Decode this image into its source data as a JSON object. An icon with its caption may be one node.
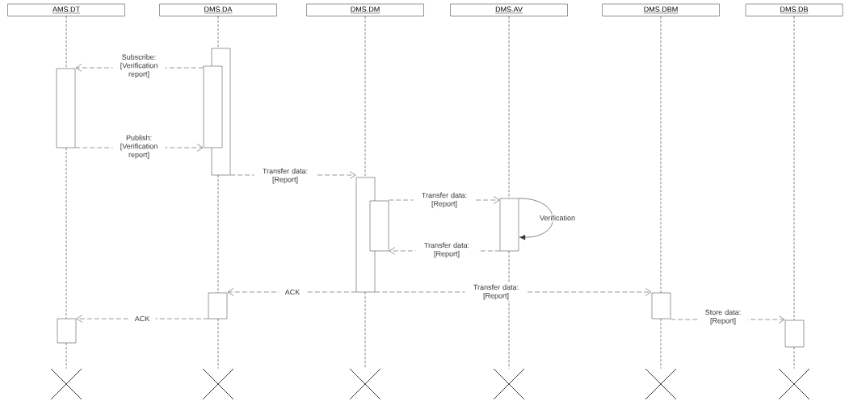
{
  "diagram": {
    "nodes": [
      {
        "text": [
          "AMS.DT"
        ]
      },
      {
        "text": [
          "DMS.DA"
        ]
      },
      {
        "text": [
          "DMS.DM"
        ]
      },
      {
        "text": [
          "DMS.AV"
        ]
      },
      {
        "text": [
          "DMS.DBM"
        ]
      },
      {
        "text": [
          "DMS.DB"
        ]
      },
      {
        "text": [],
        "shape": "bar"
      },
      {
        "text": [],
        "shape": "bar"
      },
      {
        "text": [],
        "shape": "bar"
      },
      {
        "text": [],
        "shape": "bar"
      },
      {
        "text": [],
        "shape": "bar"
      },
      {
        "text": [],
        "shape": "bar"
      },
      {
        "text": [],
        "shape": "bar"
      },
      {
        "text": [],
        "shape": "bar"
      },
      {
        "text": [],
        "shape": "bar"
      },
      {
        "text": [],
        "shape": "bar"
      },
      {
        "text": [],
        "shape": "cross"
      },
      {
        "text": [],
        "shape": "cross"
      },
      {
        "text": [],
        "shape": "cross"
      },
      {
        "text": [],
        "shape": "cross"
      },
      {
        "text": [],
        "shape": "cross"
      },
      {
        "text": [],
        "shape": "cross"
      }
    ],
    "edges": [
      {
        "from": 7,
        "to": 8,
        "arrow": "to",
        "label": "Subscribe: [Verification report]",
        "style": "dashed",
        "color": "#808080"
      },
      {
        "from": 8,
        "to": 7,
        "arrow": "to",
        "label": "Publish: [Verification report]",
        "style": "dashed",
        "color": "#808080"
      },
      {
        "from": 6,
        "to": 9,
        "arrow": "to",
        "label": "Transfer data: [Report]",
        "style": "dashed",
        "color": "#808080"
      },
      {
        "from": 10,
        "to": 11,
        "arrow": "to",
        "label": "Transfer data: [Report]",
        "style": "dashed",
        "color": "#808080"
      },
      {
        "from": 11,
        "to": 11,
        "arrow": "to",
        "label": "Verification",
        "color": "#333333"
      },
      {
        "from": 11,
        "to": 10,
        "arrow": "to",
        "label": "Transfer data: [Report]",
        "style": "dashed",
        "color": "#808080"
      },
      {
        "from": 9,
        "to": 12,
        "arrow": "to",
        "label": "ACK",
        "style": "dashed",
        "color": "#808080"
      },
      {
        "from": 9,
        "to": 13,
        "arrow": "to",
        "label": "Transfer data: [Report]",
        "style": "dashed",
        "color": "#808080"
      },
      {
        "from": 12,
        "to": 14,
        "arrow": "to",
        "label": "ACK",
        "style": "dashed",
        "color": "#808080"
      },
      {
        "from": 13,
        "to": 15,
        "arrow": "to",
        "label": "Store data: [Report]",
        "style": "dashed",
        "color": "#808080"
      },
      {
        "from": 0,
        "to": 8,
        "arrow": "none",
        "style": "dashed"
      },
      {
        "from": 8,
        "to": 14,
        "arrow": "none",
        "style": "dashed"
      },
      {
        "from": 14,
        "to": 16,
        "arrow": "none",
        "style": "dashed"
      },
      {
        "from": 1,
        "to": 6,
        "arrow": "none",
        "style": "dashed"
      },
      {
        "from": 6,
        "to": 12,
        "arrow": "none",
        "style": "dashed"
      },
      {
        "from": 12,
        "to": 17,
        "arrow": "none",
        "style": "dashed"
      },
      {
        "from": 2,
        "to": 9,
        "arrow": "none",
        "style": "dashed"
      },
      {
        "from": 9,
        "to": 18,
        "arrow": "none",
        "style": "dashed"
      },
      {
        "from": 3,
        "to": 11,
        "arrow": "none",
        "style": "dashed"
      },
      {
        "from": 11,
        "to": 19,
        "arrow": "none",
        "style": "dashed"
      },
      {
        "from": 4,
        "to": 13,
        "arrow": "none",
        "style": "dashed"
      },
      {
        "from": 13,
        "to": 20,
        "arrow": "none",
        "style": "dashed"
      },
      {
        "from": 5,
        "to": 15,
        "arrow": "none",
        "style": "dashed"
      },
      {
        "from": 15,
        "to": 21,
        "arrow": "none",
        "style": "dashed"
      }
    ]
  }
}
